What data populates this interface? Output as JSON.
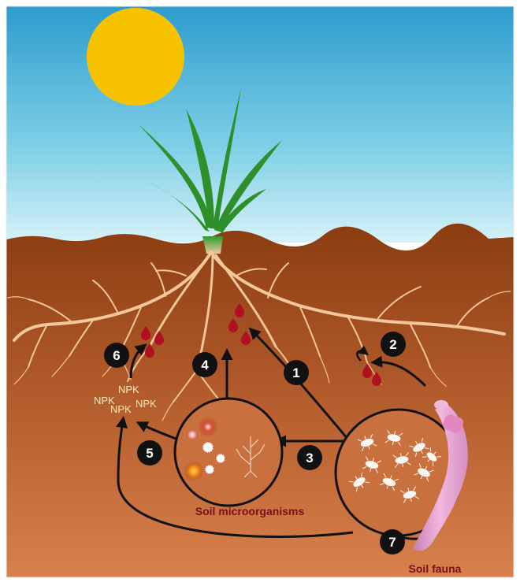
{
  "labels": {
    "soil_microorganisms": "Soil microorganisms",
    "soil_fauna": "Soil fauna"
  },
  "nutrients": [
    "NPK",
    "NPK",
    "NPK",
    "NPK"
  ],
  "steps": [
    "1",
    "2",
    "3",
    "4",
    "5",
    "6",
    "7"
  ],
  "colors": {
    "sky_top": "#2f9fd0",
    "sky_bottom": "#cdeef7",
    "sun": "#f7c200",
    "soil_top": "#8b3f12",
    "soil_bottom": "#d77a45",
    "root": "#f2c79a",
    "leaf": "#2f8f2a",
    "exudate_drop": "#b01020",
    "arrow": "#111111",
    "worm": "#e9a6d2",
    "label": "#7a0f17"
  }
}
